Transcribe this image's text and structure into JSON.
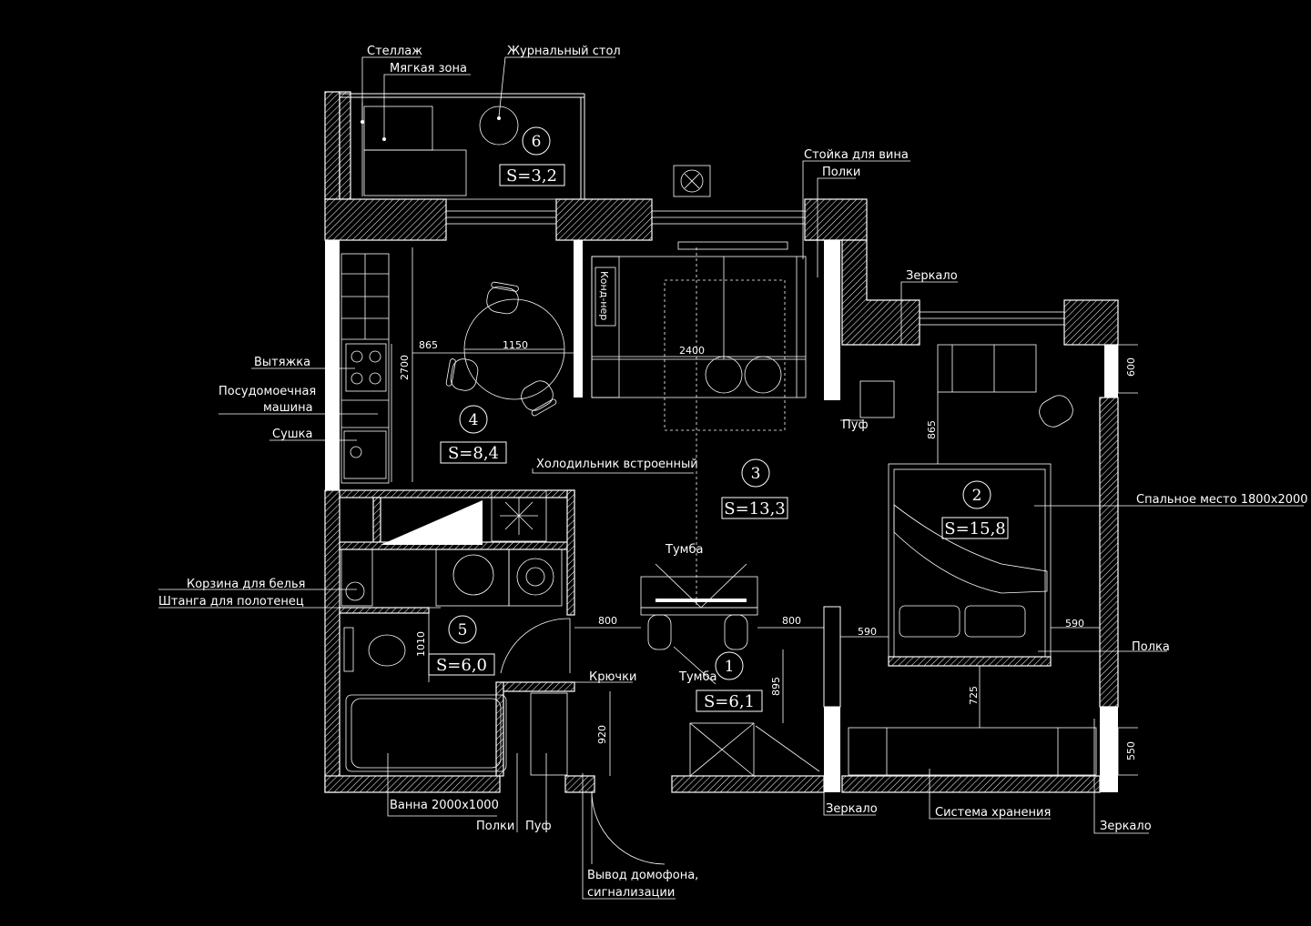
{
  "labels": {
    "shelving": "Стеллаж",
    "soft_zone": "Мягкая зона",
    "coffee_table": "Журнальный стол",
    "wine_rack": "Стойка для вина",
    "shelves_top": "Полки",
    "mirror_top": "Зеркало",
    "hood": "Вытяжка",
    "dishwasher_1": "Посудомоечная",
    "dishwasher_2": "машина",
    "dryer": "Сушка",
    "fridge": "Холодильник встроенный",
    "pouf_bedroom": "Пуф",
    "bed": "Спальное место 1800х2000",
    "nightstand_top": "Тумба",
    "laundry_basket": "Корзина для белья",
    "towel_bar": "Штанга для полотенец",
    "hooks": "Крючки",
    "nightstand_bottom": "Тумба",
    "shelf_right": "Полка",
    "bathtub": "Ванна 2000х1000",
    "shelves_bottom": "Полки",
    "pouf_hall": "Пуф",
    "mirror_bottom": "Зеркало",
    "storage": "Система хранения",
    "mirror_right": "Зеркало",
    "intercom_1": "Вывод домофона,",
    "intercom_2": "сигнализации",
    "conditioner": "Конд-нер"
  },
  "rooms": [
    {
      "num": "1",
      "area": "S=6,1"
    },
    {
      "num": "2",
      "area": "S=15,8"
    },
    {
      "num": "3",
      "area": "S=13,3"
    },
    {
      "num": "4",
      "area": "S=8,4"
    },
    {
      "num": "5",
      "area": "S=6,0"
    },
    {
      "num": "6",
      "area": "S=3,2"
    }
  ],
  "dimensions": {
    "d865a": "865",
    "d1150": "1150",
    "d2700": "2700",
    "d2400": "2400",
    "d600": "600",
    "d865b": "865",
    "d590a": "590",
    "d590b": "590",
    "d725": "725",
    "d550": "550",
    "d800a": "800",
    "d800b": "800",
    "d895": "895",
    "d1010": "1010",
    "d920": "920"
  },
  "colors": {
    "background": "#000000",
    "lines": "#ffffff"
  }
}
